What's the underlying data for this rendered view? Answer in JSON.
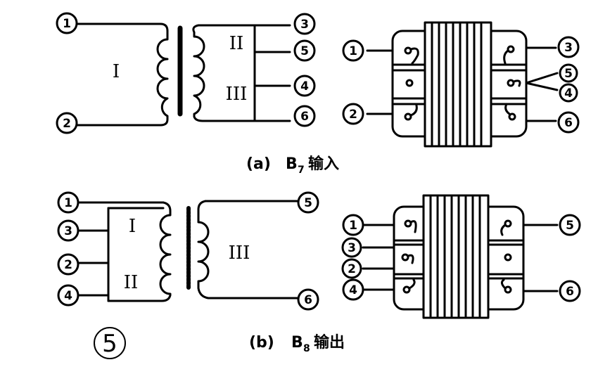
{
  "diagram_a": {
    "caption_letter": "(a)",
    "caption_prefix": "B",
    "caption_sub": "7",
    "caption_text": "输入",
    "windings": [
      "I",
      "II",
      "III"
    ],
    "terminals": [
      "1",
      "2",
      "3",
      "5",
      "4",
      "6"
    ],
    "core_terminals_left": [
      "1",
      "2"
    ],
    "core_terminals_right": [
      "3",
      "5",
      "4",
      "6"
    ]
  },
  "diagram_b": {
    "caption_letter": "(b)",
    "caption_prefix": "B",
    "caption_sub": "8",
    "caption_text": "输出",
    "windings": [
      "I",
      "II",
      "III"
    ],
    "terminals": [
      "1",
      "3",
      "2",
      "4",
      "5",
      "6"
    ],
    "core_terminals_left": [
      "1",
      "3",
      "2",
      "4"
    ],
    "core_terminals_right": [
      "5",
      "6"
    ]
  },
  "figure_number": "5"
}
